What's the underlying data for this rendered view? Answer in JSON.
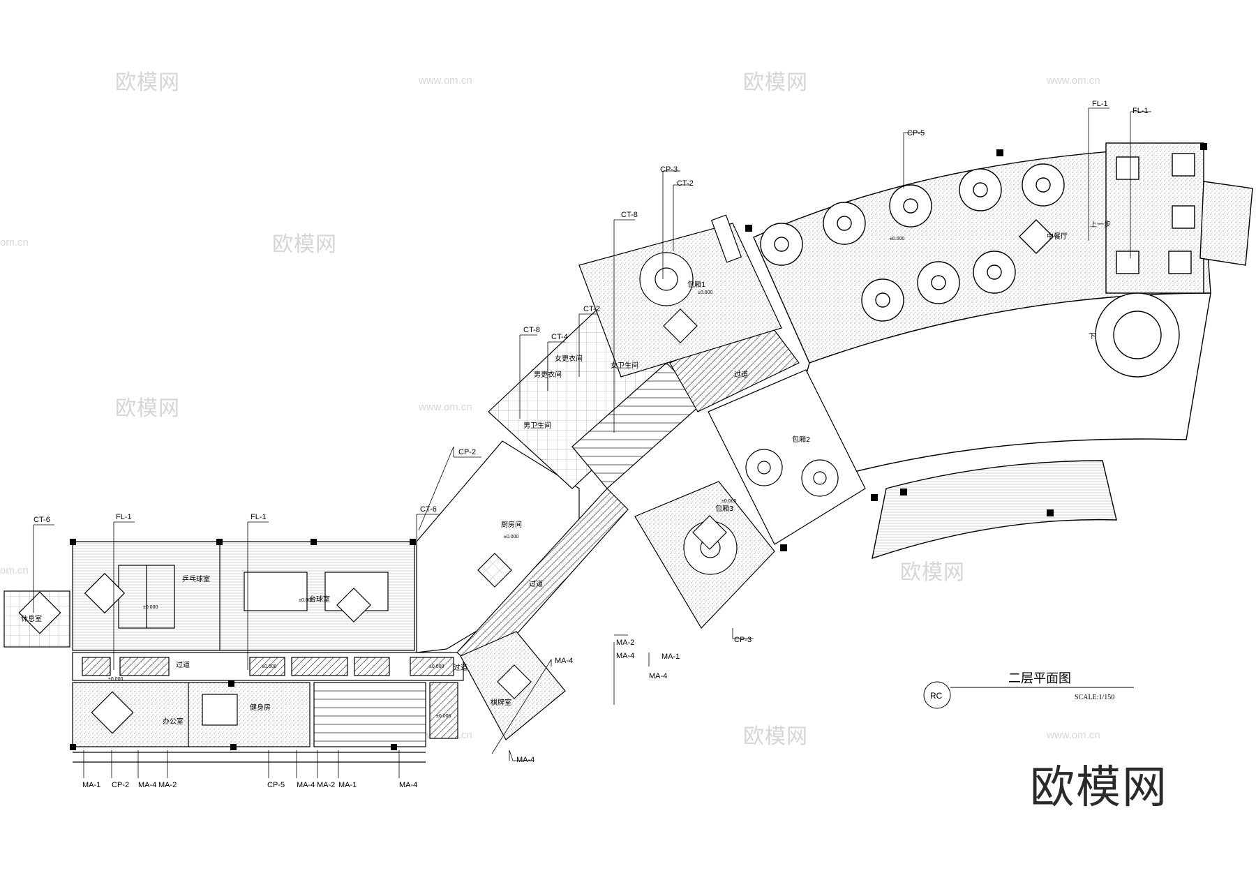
{
  "drawing": {
    "title": "二层平面图",
    "scale": "SCALE:1/150",
    "symbol": "RC",
    "brand": "欧模网"
  },
  "watermarks": {
    "text": "欧模网",
    "url": "www.om.cn",
    "edge_url": "om.cn"
  },
  "rooms": {
    "pingpong": "乒乓球室",
    "billiards": "台球室",
    "office": "办公室",
    "gym": "健身房",
    "kitchen": "厨房间",
    "corridor_a": "过道",
    "corridor_b": "过道",
    "corridor_c": "过道",
    "corridor_d": "过道",
    "chess": "棋牌室",
    "private1": "包厢1",
    "private2": "包厢2",
    "private3": "包厢3",
    "women_changing": "女更衣间",
    "men_changing": "男更衣间",
    "washroom": "男卫生间",
    "washroom_f": "女卫生间",
    "dining_hall": "中餐厅",
    "lounge": "休息室",
    "stairs_up": "上一步",
    "stairs_down": "下"
  },
  "callouts": {
    "ct6_left": "CT-6",
    "fl1_a": "FL-1",
    "fl1_b": "FL-1",
    "cp2_top": "CP-2",
    "ct6_mid": "CT-6",
    "ct8_a": "CT-8",
    "ct4": "CT-4",
    "ct2_a": "CT-2",
    "ct8_b": "CT-8",
    "cp3_top": "CP-3",
    "ct2_b": "CT-2",
    "cp5_top": "CP-5",
    "fl1_c": "FL-1",
    "fl1_d": "FL-1",
    "ma2_mid": "MA-2",
    "ma4_mid": "MA-4",
    "ma4_mid2": "MA-4",
    "ma1_mid": "MA-1",
    "cp3_bottom": "CP-3",
    "ma4_chess": "MA-4",
    "ma4_corr": "MA-4",
    "b_ma1_a": "MA-1",
    "b_cp2": "CP-2",
    "b_ma4_a": "MA-4",
    "b_ma2_a": "MA-2",
    "b_cp5": "CP-5",
    "b_ma4_b": "MA-4",
    "b_ma2_b": "MA-2",
    "b_ma1_b": "MA-1",
    "b_ma4_c": "MA-4"
  },
  "levels": {
    "l1": "±0.000",
    "l2": "±0.000",
    "l3": "±0.000",
    "l4": "±0.000",
    "l5": "±0.000",
    "l6": "±0.000",
    "l7": "±0.000",
    "l8": "±0.000",
    "l9": "±0.000",
    "l10": "±0.000"
  },
  "colors": {
    "line": "#000000",
    "stipple": "#cfcfcf",
    "watermark": "#d6d6d6"
  }
}
